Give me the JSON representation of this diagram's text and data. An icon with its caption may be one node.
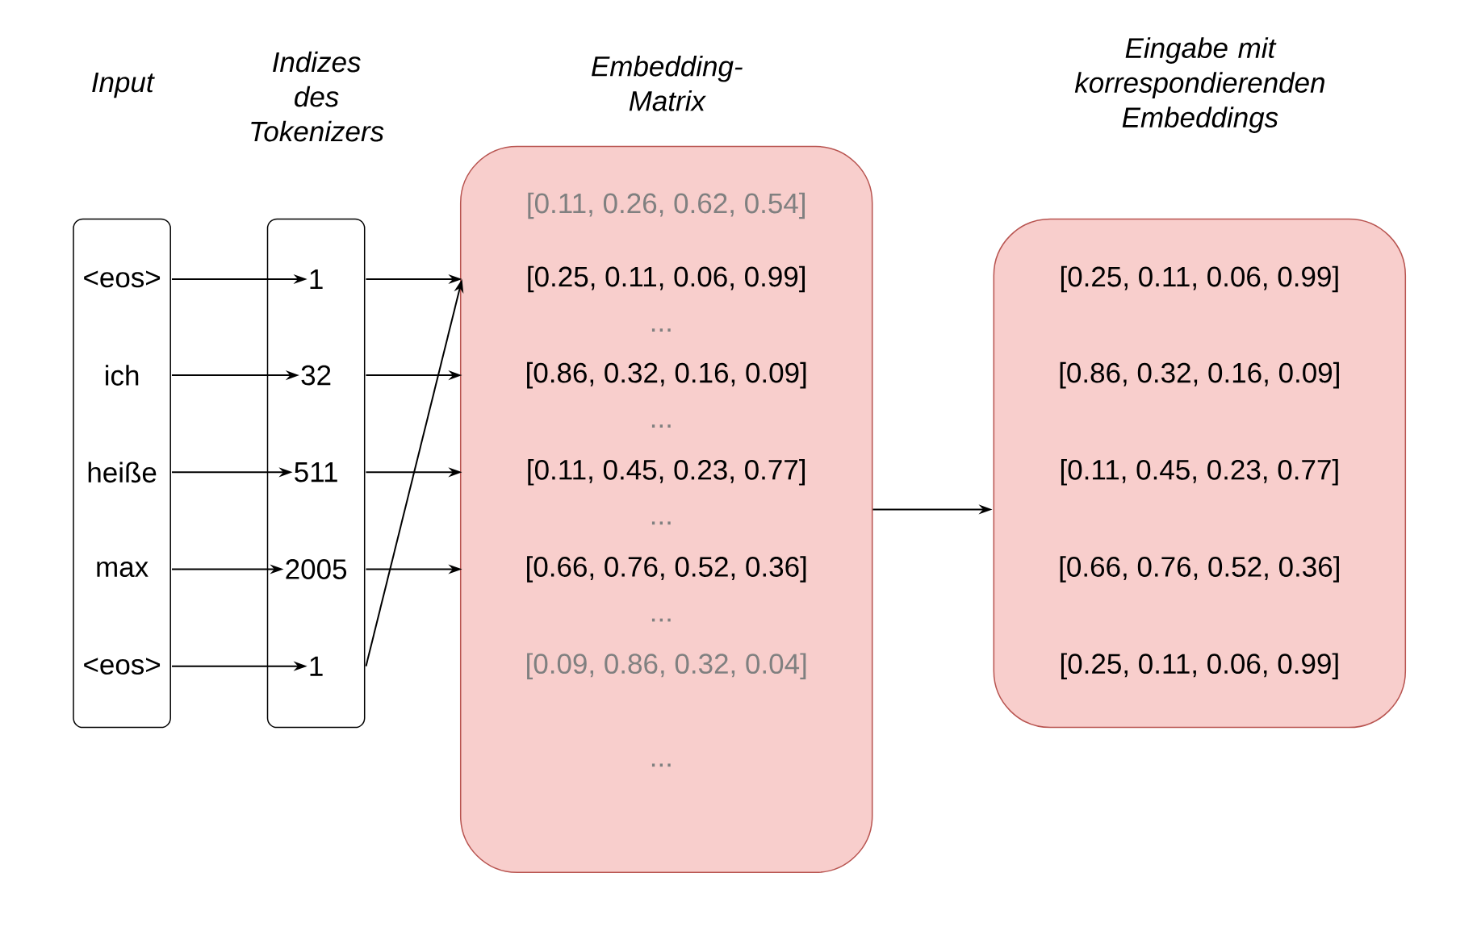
{
  "diagram": {
    "nodes": [
      {
        "text": [],
        "shape": "box"
      },
      {
        "text": [
          "<eos>"
        ],
        "in": 0
      },
      {
        "text": [
          "ich"
        ],
        "in": 0
      },
      {
        "text": [
          "heiße"
        ],
        "in": 0
      },
      {
        "text": [
          "max"
        ],
        "in": 0
      },
      {
        "text": [
          "<eos>"
        ],
        "in": 0
      },
      {
        "text": [],
        "shape": "box"
      },
      {
        "text": [
          "1"
        ],
        "in": 6
      },
      {
        "text": [
          "32"
        ],
        "in": 6
      },
      {
        "text": [
          "511"
        ],
        "in": 6
      },
      {
        "text": [
          "2005"
        ],
        "in": 6
      },
      {
        "text": [
          "1"
        ],
        "in": 6
      },
      {
        "text": [],
        "shape": "box"
      },
      {
        "text": [
          "[0.11, 0.26, 0.62, 0.54]"
        ],
        "in": 12
      },
      {
        "text": [
          "[0.25, 0.11, 0.06, 0.99]"
        ],
        "in": 12
      },
      {
        "text": [
          "..."
        ],
        "in": 12
      },
      {
        "text": [
          "[0.86, 0.32, 0.16, 0.09]"
        ],
        "in": 12
      },
      {
        "text": [
          "..."
        ],
        "in": 12
      },
      {
        "text": [
          "[0.11, 0.45, 0.23, 0.77]"
        ],
        "in": 12
      },
      {
        "text": [
          "..."
        ],
        "in": 12
      },
      {
        "text": [
          "[0.66, 0.76, 0.52, 0.36]"
        ],
        "in": 12
      },
      {
        "text": [
          "..."
        ],
        "in": 12
      },
      {
        "text": [
          "[0.09, 0.86, 0.32, 0.04]"
        ],
        "in": 12
      },
      {
        "text": [
          "..."
        ],
        "in": 12
      },
      {
        "text": [],
        "shape": "box"
      },
      {
        "text": [
          "[0.25, 0.11, 0.06, 0.99]"
        ],
        "in": 24
      },
      {
        "text": [
          "[0.86, 0.32, 0.16, 0.09]"
        ],
        "in": 24
      },
      {
        "text": [
          "[0.11, 0.45, 0.23, 0.77]"
        ],
        "in": 24
      },
      {
        "text": [
          "[0.66, 0.76, 0.52, 0.36]"
        ],
        "in": 24
      },
      {
        "text": [
          "[0.25, 0.11, 0.06, 0.99]"
        ],
        "in": 24
      }
    ],
    "edges": [
      {
        "from": 1,
        "to": 7,
        "arrow": "to"
      },
      {
        "from": 2,
        "to": 8,
        "arrow": "to"
      },
      {
        "from": 3,
        "to": 9,
        "arrow": "to"
      },
      {
        "from": 4,
        "to": 10,
        "arrow": "to"
      },
      {
        "from": 5,
        "to": 11,
        "arrow": "to"
      },
      {
        "from": 7,
        "to": 14,
        "arrow": "to"
      },
      {
        "from": 8,
        "to": 16,
        "arrow": "to"
      },
      {
        "from": 9,
        "to": 18,
        "arrow": "to"
      },
      {
        "from": 10,
        "to": 20,
        "arrow": "to"
      },
      {
        "from": 11,
        "to": 14,
        "arrow": "to"
      },
      {
        "from": 12,
        "to": 24,
        "arrow": "to"
      }
    ],
    "labels": [
      "Input",
      "Indizes des Tokenizers",
      "Embedding-Matrix",
      "Eingabe mit korrespondierenden Embeddings"
    ]
  }
}
